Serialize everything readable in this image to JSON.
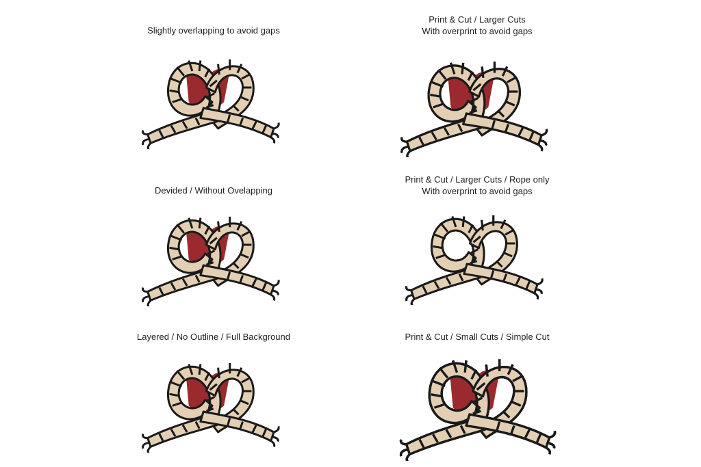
{
  "colors": {
    "rope": "#e3cfb4",
    "fill": "#9b2a2e",
    "outline": "#1a1a1a",
    "overprint": "#1c3550",
    "cutline": "#4a8fc0"
  },
  "panels": [
    {
      "id": "p1",
      "caption": [
        "Slightly overlapping to avoid gaps"
      ],
      "variant": "standard"
    },
    {
      "id": "p2",
      "caption": [
        "Print & Cut / Larger Cuts",
        "With overprint to avoid gaps"
      ],
      "variant": "overprint"
    },
    {
      "id": "p3",
      "caption": [
        "Devided / Without Ovelapping"
      ],
      "variant": "standard"
    },
    {
      "id": "p4",
      "caption": [
        "Print & Cut / Larger Cuts / Rope only",
        "With overprint to avoid gaps"
      ],
      "variant": "rope-only"
    },
    {
      "id": "p5",
      "caption": [
        "Layered / No Outline / Full Background"
      ],
      "variant": "standard"
    },
    {
      "id": "p6",
      "caption": [
        "Print & Cut / Small Cuts / Simple Cut"
      ],
      "variant": "cut-outline"
    }
  ]
}
